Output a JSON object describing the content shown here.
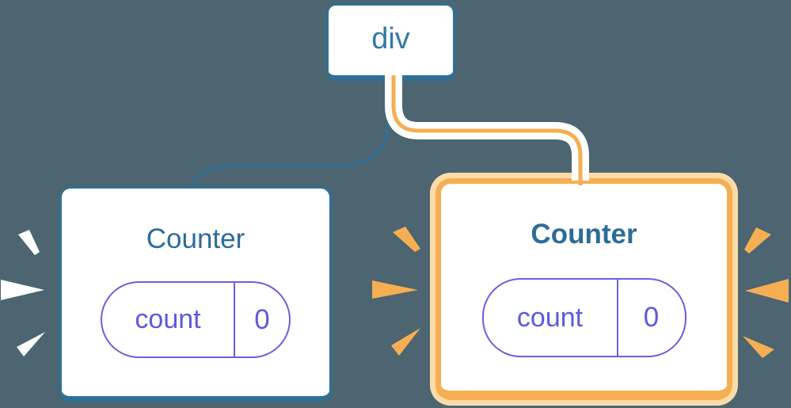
{
  "diagram": {
    "description": "React component tree: a div root with two Counter children; the right Counter re-renders (highlighted orange) while both hold state count = 0",
    "root": {
      "label": "div"
    },
    "left_counter": {
      "title": "Counter",
      "state": {
        "key": "count",
        "value": "0"
      },
      "highlighted": false
    },
    "right_counter": {
      "title": "Counter",
      "state": {
        "key": "count",
        "value": "0"
      },
      "highlighted": true
    },
    "colors": {
      "background": "#4c6570",
      "node_border_blue": "#2e7096",
      "node_text_blue": "#337aa8",
      "title_blue": "#2d6c97",
      "state_purple": "#5f58de",
      "pill_border_purple": "#6a60dd",
      "highlight_orange": "#f6ae53",
      "highlight_halo": "#fbdca9",
      "edge_casing": "#ffffff",
      "burst_white": "#ffffff",
      "burst_orange": "#f6ae53"
    }
  }
}
